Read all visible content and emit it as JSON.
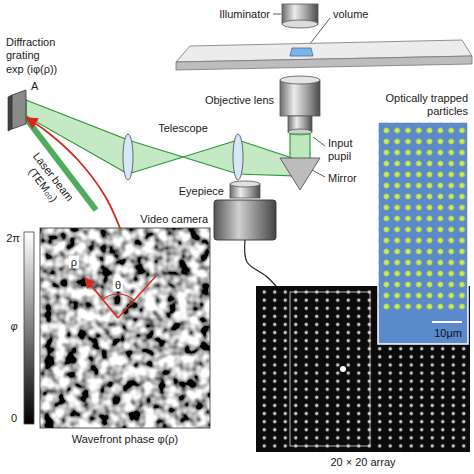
{
  "diagram": {
    "nodes": [
      {
        "text": [
          "Diffraction grating",
          "exp (iφ(ρ))"
        ]
      },
      {
        "text": [
          "Wavefront phase φ(ρ)"
        ]
      },
      {
        "text": [
          "Video camera"
        ]
      },
      {
        "text": [
          "20 × 20 array"
        ]
      },
      {
        "text": [
          "Optically trapped particles",
          "10μm"
        ]
      }
    ],
    "edges": [
      {
        "from": 1,
        "to": 0,
        "arrow": "to"
      },
      {
        "from": 2,
        "to": 3,
        "arrow": "none"
      }
    ],
    "labels": [
      "Illuminator",
      "volume",
      "A",
      "Laser beam (TEM₀₀)",
      "Telescope",
      "Objective lens",
      "Input pupil",
      "Mirror",
      "Eyepiece",
      "2π",
      "φ",
      "0",
      "ρ",
      "θ"
    ]
  }
}
